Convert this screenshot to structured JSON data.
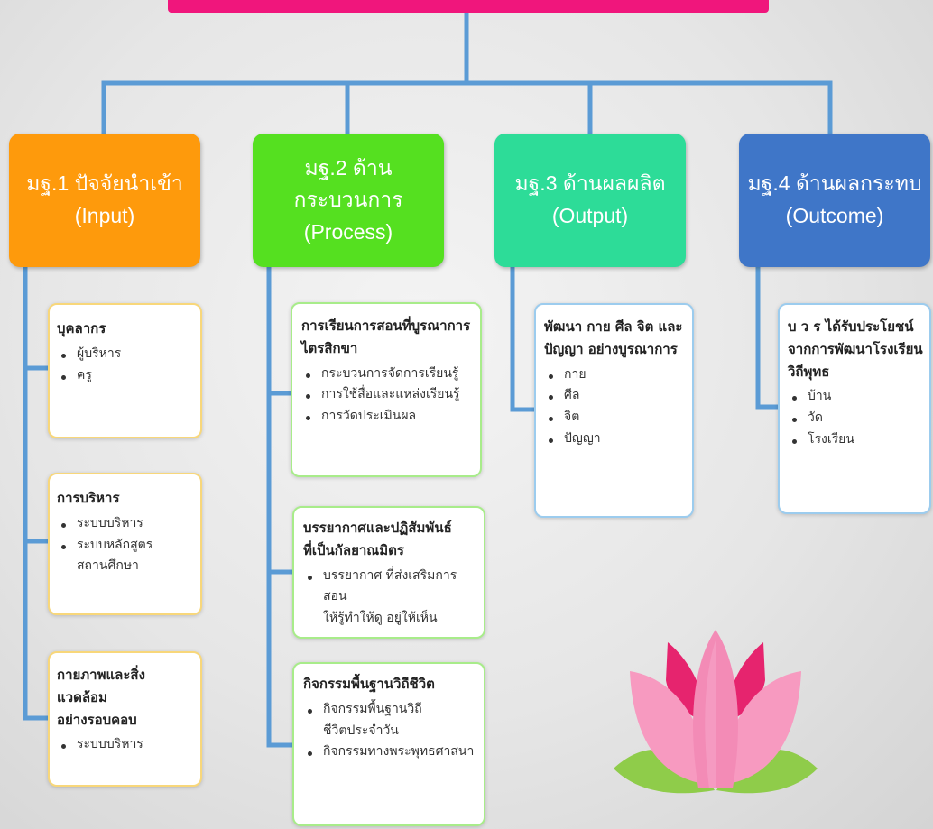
{
  "columns": [
    {
      "id": "input",
      "color": "#fe9a0c",
      "border_color": "#f8d77a",
      "title": "มฐ.1 ปัจจัยนำเข้า",
      "subtitle": "(Input)",
      "cards": [
        {
          "title": "บุคลากร",
          "items": [
            "ผู้บริหาร",
            "ครู"
          ]
        },
        {
          "title": "การบริหาร",
          "items": [
            "ระบบบริหาร",
            "ระบบหลักสูตร\nสถานศึกษา"
          ]
        },
        {
          "title": "กายภาพและสิ่งแวดล้อม\nอย่างรอบคอบ",
          "items": [
            "ระบบบริหาร"
          ]
        }
      ]
    },
    {
      "id": "process",
      "color": "#55e020",
      "border_color": "#a8ec8a",
      "title": "มฐ.2 ด้านกระบวนการ",
      "subtitle": "(Process)",
      "cards": [
        {
          "title": "การเรียนการสอนที่บูรณาการ\nไตรสิกขา",
          "items": [
            "กระบวนการจัดการเรียนรู้",
            "การใช้สื่อและแหล่งเรียนรู้",
            "การวัดประเมินผล"
          ]
        },
        {
          "title": "บรรยากาศและปฏิสัมพันธ์\nที่เป็นกัลยาณมิตร",
          "items": [
            "บรรยากาศ ที่ส่งเสริมการสอน\nให้รู้ทำให้ดู อยู่ให้เห็น"
          ]
        },
        {
          "title": "กิจกรรมพื้นฐานวิถีชีวิต",
          "items": [
            "กิจกรรมพื้นฐานวิถี\nชีวิตประจำวัน",
            "กิจกรรมทางพระพุทธศาสนา"
          ]
        }
      ]
    },
    {
      "id": "output",
      "color": "#2ddc98",
      "border_color": "#9cccee",
      "title": "มฐ.3 ด้านผลผลิต",
      "subtitle": "(Output)",
      "cards": [
        {
          "title": "พัฒนา กาย ศีล จิต และ\nปัญญา อย่างบูรณาการ",
          "items": [
            "กาย",
            "ศีล",
            "จิต",
            "ปัญญา"
          ]
        }
      ]
    },
    {
      "id": "outcome",
      "color": "#3f76c8",
      "border_color": "#9cccee",
      "title": "มฐ.4 ด้านผลกระทบ",
      "subtitle": "(Outcome)",
      "cards": [
        {
          "title": "บ ว ร ได้รับประโยชน์\nจากการพัฒนาโรงเรียน\nวิถีพุทธ",
          "items": [
            "บ้าน",
            "วัด",
            "โรงเรียน"
          ]
        }
      ]
    }
  ],
  "colors": {
    "connector": "#5b9bd5",
    "top_bar": "#f0167c",
    "lotus_pink": "#f79ac0",
    "lotus_magenta": "#e6246e",
    "lotus_leaf": "#8fcc4a"
  },
  "icons": [
    "lotus-icon"
  ]
}
